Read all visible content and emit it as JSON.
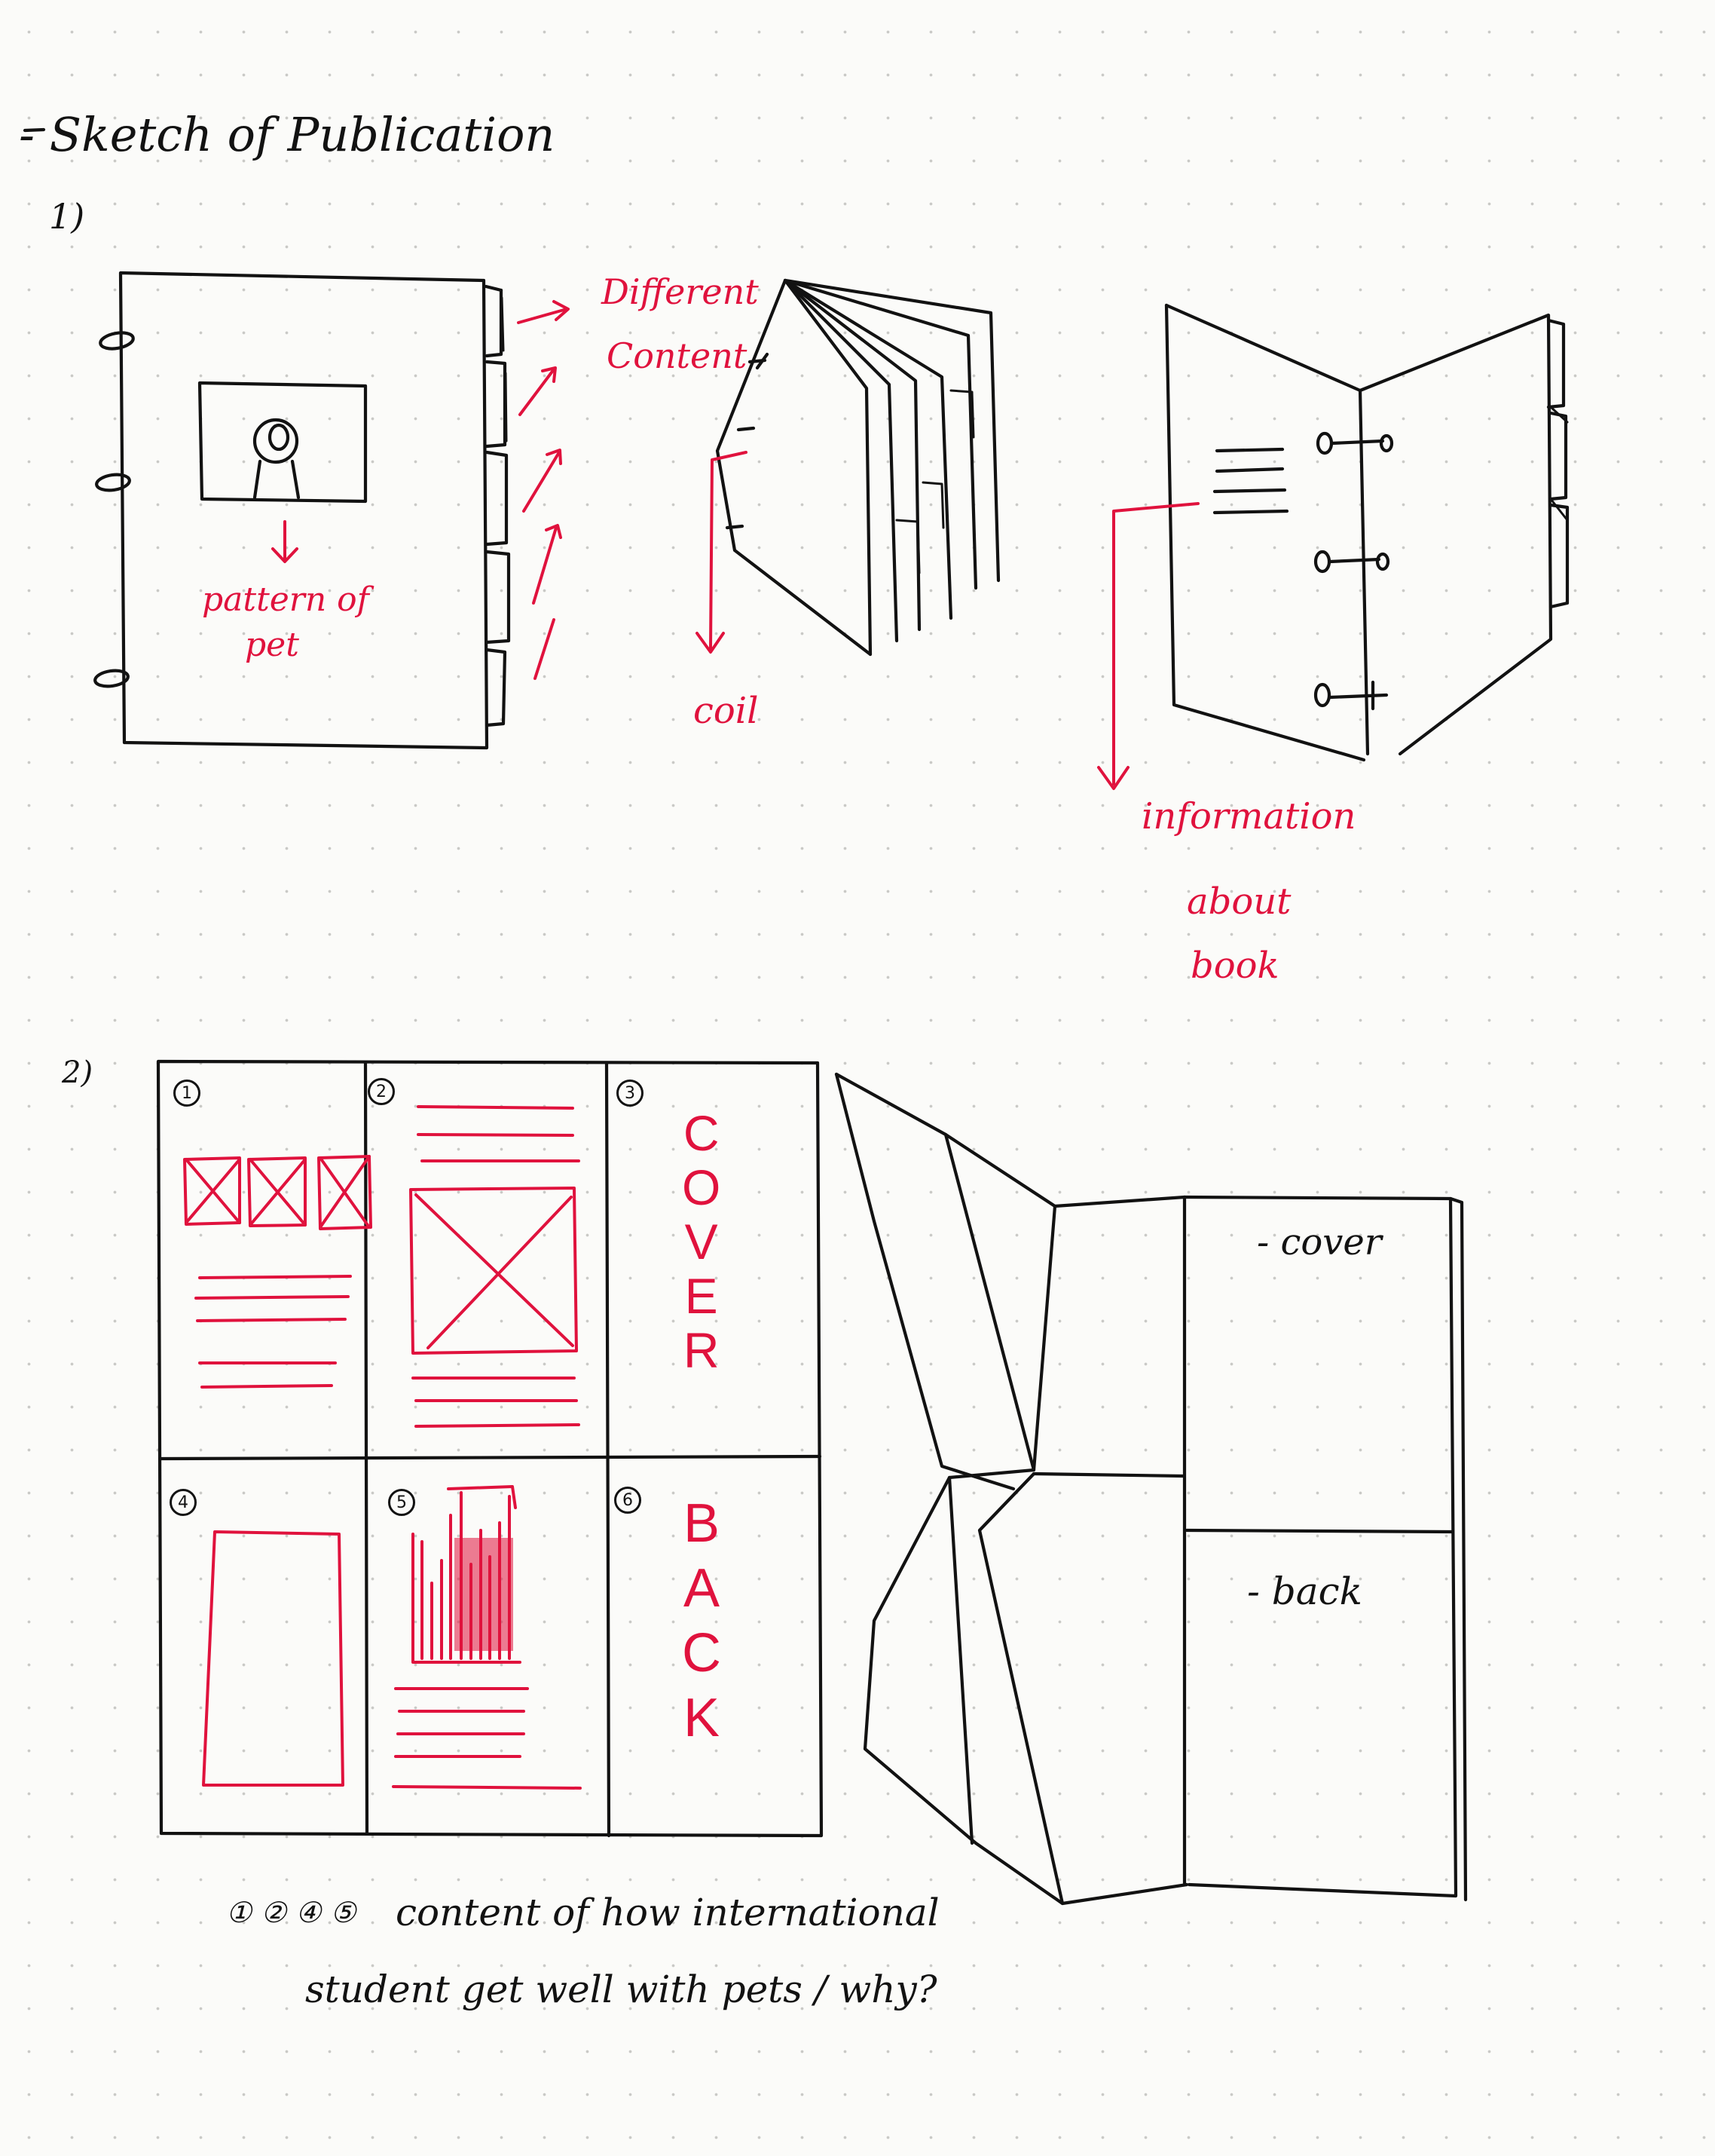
{
  "title": "- Sketch of Publication",
  "section1": {
    "number": "1)",
    "cover_label_line1": "pattern of",
    "cover_label_line2": "pet",
    "tabs_label_line1": "Different",
    "tabs_label_line2": "Content",
    "coil_label": "coil",
    "info_label_line1": "information",
    "info_label_line2": "about",
    "info_label_line3": "book"
  },
  "section2": {
    "number": "2)",
    "panels": [
      {
        "num": "1"
      },
      {
        "num": "2"
      },
      {
        "num": "3",
        "vertical_text": "COVER"
      },
      {
        "num": "4"
      },
      {
        "num": "5"
      },
      {
        "num": "6",
        "vertical_text": "BACK"
      }
    ],
    "fold_cover_label": "- cover",
    "fold_back_label": "- back",
    "note_prefix": "① ② ④ ⑤",
    "note_line1": "content of how international",
    "note_line2": "student get well with pets / why?"
  },
  "colors": {
    "ink": "#121212",
    "red": "#e0123d",
    "paper": "#fbfbf9",
    "dots": "#c9c9c6"
  }
}
